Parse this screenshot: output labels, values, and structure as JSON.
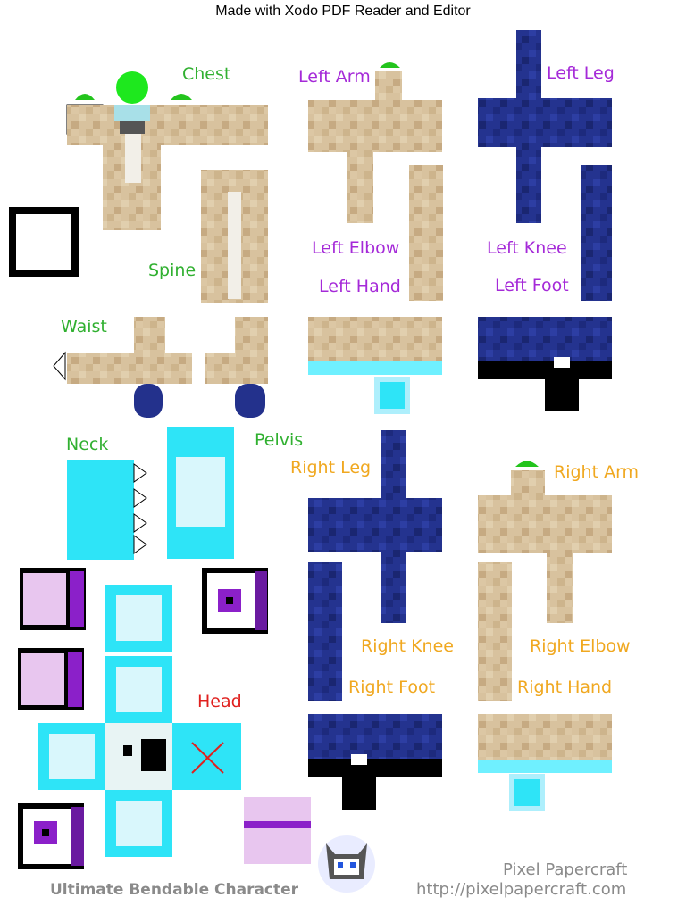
{
  "header": {
    "text": "Made with Xodo PDF Reader and Editor"
  },
  "colors": {
    "skin": "#d6bf9a",
    "skin_dark": "#c3a57c",
    "cyan": "#2ee4f7",
    "navy": "#23318c",
    "green": "#23c41d",
    "label_green": "#30b030",
    "label_purple": "#a52ad8",
    "label_orange": "#f0a820",
    "label_red": "#e0201e",
    "purple": "#8b20c9",
    "lavender": "#e8c6ef"
  },
  "labels": {
    "chest": "Chest",
    "spine": "Spine",
    "waist": "Waist",
    "left_arm": "Left Arm",
    "left_elbow": "Left Elbow",
    "left_hand": "Left Hand",
    "left_leg": "Left Leg",
    "left_knee": "Left Knee",
    "left_foot": "Left Foot",
    "neck": "Neck",
    "pelvis": "Pelvis",
    "right_leg": "Right Leg",
    "right_knee": "Right Knee",
    "right_foot": "Right Foot",
    "right_arm": "Right Arm",
    "right_elbow": "Right Elbow",
    "right_hand": "Right Hand",
    "head": "Head"
  },
  "footer": {
    "title": "Ultimate Bendable Character",
    "brand": "Pixel Papercraft",
    "url": "http://pixelpapercraft.com"
  }
}
